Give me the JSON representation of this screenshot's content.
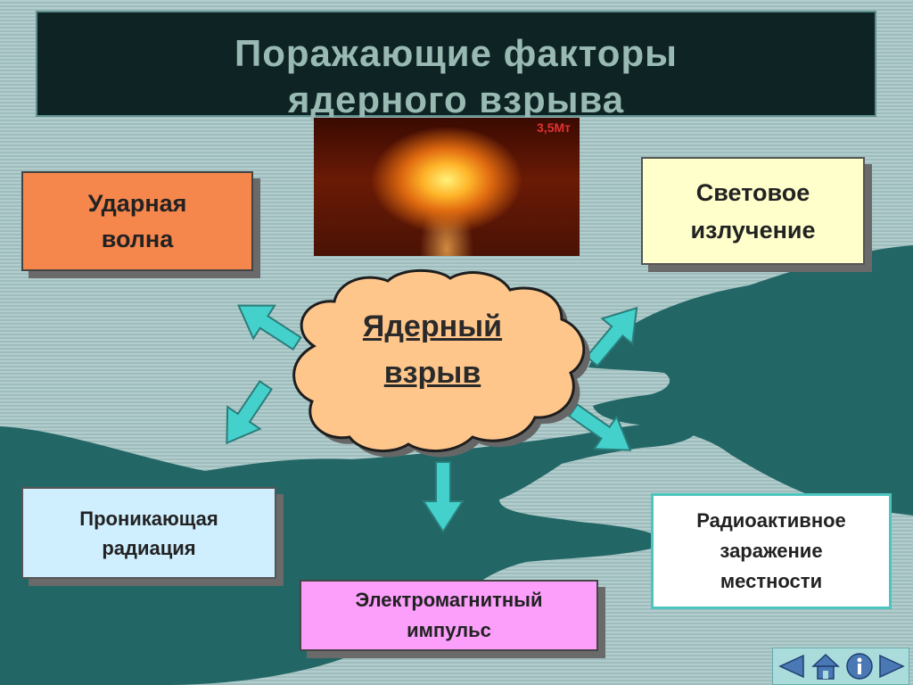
{
  "title": {
    "line1": "Поражающие факторы",
    "line2": "ядерного взрыва"
  },
  "photo": {
    "label": "3,5Мт"
  },
  "center": {
    "line1": "Ядерный",
    "line2": "взрыв"
  },
  "factors": {
    "shock_wave": {
      "line1": "Ударная",
      "line2": "волна"
    },
    "light_radiation": {
      "line1": "Световое",
      "line2": "излучение"
    },
    "penetrating_radiation": {
      "line1": "Проникающая",
      "line2": "радиация"
    },
    "emp": {
      "line1": "Электромагнитный",
      "line2": "импульс"
    },
    "contamination": {
      "line1": "Радиоактивное",
      "line2": "заражение",
      "line3": "местности"
    }
  },
  "nav": {
    "buttons": [
      "back-icon",
      "home-icon",
      "info-icon",
      "forward-icon"
    ]
  },
  "colors": {
    "arrow_fill": "#44d1cc",
    "hand": "#226666",
    "shock_box": "#f5864c",
    "light_box": "#ffffcc",
    "radiation_box": "#cfeefe",
    "emp_box": "#fb9ffb",
    "cloud": "#ffc68c"
  }
}
